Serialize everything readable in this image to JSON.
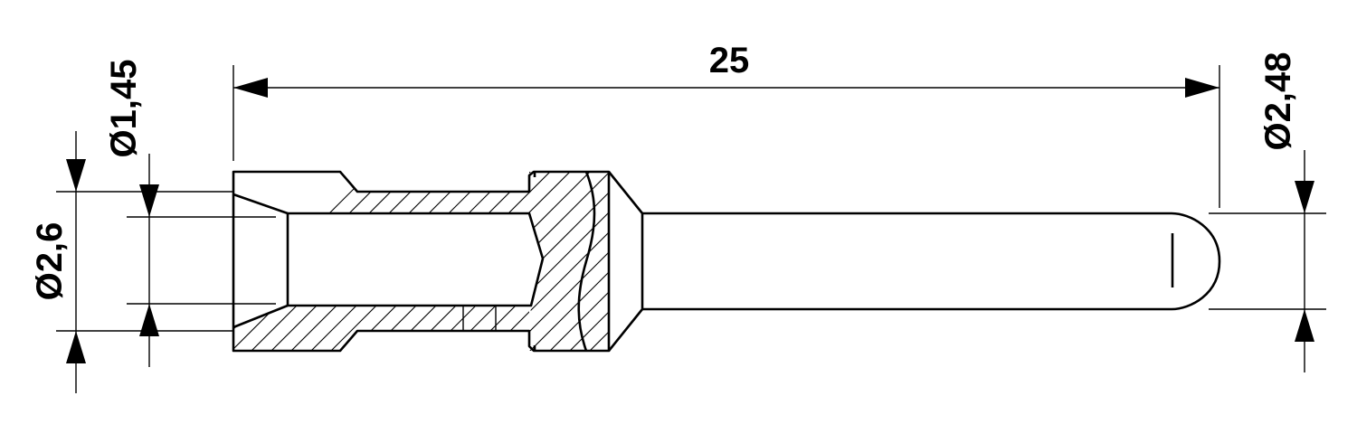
{
  "dimensions": {
    "length": "25",
    "diameter_left_outer": "Ø2,6",
    "diameter_left_inner": "Ø1,45",
    "diameter_right": "Ø2,48"
  },
  "colors": {
    "line": "#000000",
    "background": "#ffffff"
  }
}
